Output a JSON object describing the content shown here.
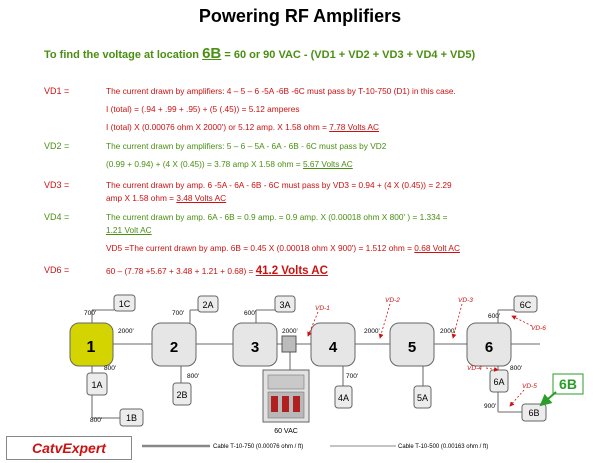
{
  "title": "Powering RF Amplifiers",
  "subtitle": {
    "prefix": "To find the voltage at location",
    "location": "6B",
    "suffix": "= 60 or 90 VAC - (VD1 + VD2 + VD3 + VD4 + VD5)"
  },
  "vd1": {
    "label": "VD1 =",
    "line1": "The current drawn by amplifiers: 4 – 5 – 6  -5A -6B -6C must pass by T-10-750 (D1) in this case.",
    "line2": "I (total) = (.94 + .99 + .95) + (5 (.45)) = 5.12 amperes",
    "line3_prefix": "I (total) X (0.00076 ohm X 2000') or 5.12 amp. X 1.58 ohm = ",
    "line3_result": "7.78 Volts AC"
  },
  "vd2": {
    "label": "VD2 =",
    "line1": "The current drawn by amplifiers: 5 – 6 – 5A - 6A - 6B - 6C must pass by VD2",
    "line2_prefix": "(0.99 + 0.94) + (4 X (0.45)) = 3.78 amp X 1.58 ohm = ",
    "line2_result": "5.67 Volts AC"
  },
  "vd3": {
    "label": "VD3 =",
    "line1": "The current drawn by amp. 6 -5A - 6A - 6B - 6C must pass by VD3 = 0.94 + (4 X (0.45)) =  2.29",
    "line2_prefix": "amp X 1.58   ohm = ",
    "line2_result": "3.48 Volts AC"
  },
  "vd4": {
    "label": "VD4 =",
    "line1": "The current drawn by amp. 6A - 6B = 0.9 amp. = 0.9 amp. X (0.00018 ohm X 800' ) = 1.334 =",
    "line2": "1.21 Volt AC"
  },
  "vd5": {
    "line_prefix": "VD5 =The current drawn by amp. 6B = 0.45 X (0.00018 ohm X 900') = 1.512 ohm = ",
    "line_result": "0.68 Volt AC"
  },
  "vd6": {
    "label": "VD6 =",
    "expr": "60 – (7.78 +5.67 + 3.48 + 1.21 + 0.68) = ",
    "result": "41.2 Volts AC"
  },
  "diagram": {
    "amps": [
      "1",
      "2",
      "3",
      "4",
      "5",
      "6"
    ],
    "taps": [
      "1C",
      "1A",
      "1B",
      "2A",
      "2B",
      "3A",
      "4A",
      "5A",
      "6C",
      "6A",
      "6B"
    ],
    "distances": [
      "700'",
      "2000'",
      "800'",
      "800'",
      "700'",
      "800'",
      "600'",
      "2000'",
      "2000'",
      "700'",
      "2000'",
      "600'",
      "800'",
      "900'"
    ],
    "drop_labels": [
      "VD-1",
      "VD-2",
      "VD-3",
      "VD-4",
      "VD-5",
      "VD-6"
    ],
    "callout": "6B",
    "power_supply_label": "60 VAC"
  },
  "legend": {
    "logo": "CatvExpert",
    "cable1": "Cable T-10-750 (0.00076 ohm / ft)",
    "cable2": "Cable T-10-500 (0.00163 ohm / ft)"
  },
  "colors": {
    "green_text": "#4a8f12",
    "red_text": "#cc1111",
    "amp1_fill": "#d4d400",
    "callout_green": "#2a9d2a"
  }
}
